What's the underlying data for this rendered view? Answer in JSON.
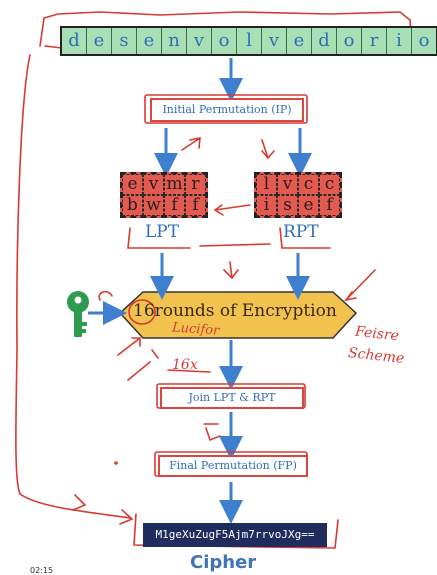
{
  "plaintext": {
    "letters": [
      "d",
      "e",
      "s",
      "e",
      "n",
      "v",
      "o",
      "l",
      "v",
      "e",
      "d",
      "o",
      "r",
      "i",
      "o"
    ]
  },
  "steps": {
    "initial_permutation": "Initial Permutation (IP)",
    "rounds": "16rounds of Encryption",
    "join": "Join LPT & RPT",
    "final_permutation": "Final Permutation (FP)"
  },
  "lpt": {
    "label": "LPT",
    "rows": [
      [
        "e",
        "v",
        "m",
        "r"
      ],
      [
        "b",
        "w",
        "f",
        "f"
      ]
    ]
  },
  "rpt": {
    "label": "RPT",
    "rows": [
      [
        "l",
        "v",
        "c",
        "c"
      ],
      [
        "i",
        "s",
        "e",
        "f"
      ]
    ]
  },
  "cipher": {
    "text": "M1geXuZugF5Ajm7rrvoJXg==",
    "label": "Cipher"
  },
  "annotations": {
    "lucifer": "Lucifor",
    "feistel": "Feisre",
    "scheme": "Scheme",
    "times": "16x"
  },
  "timestamp": "02:15",
  "colors": {
    "plain_cells": "#a9dfb4",
    "grid_cells": "#e35a50",
    "hexagon": "#f2c24f",
    "arrow": "#3f7fd0",
    "annotation": "#d83a32",
    "key": "#2e9b4e",
    "cipher_box": "#1e2c5e"
  },
  "icons": {
    "key": "key-icon"
  }
}
